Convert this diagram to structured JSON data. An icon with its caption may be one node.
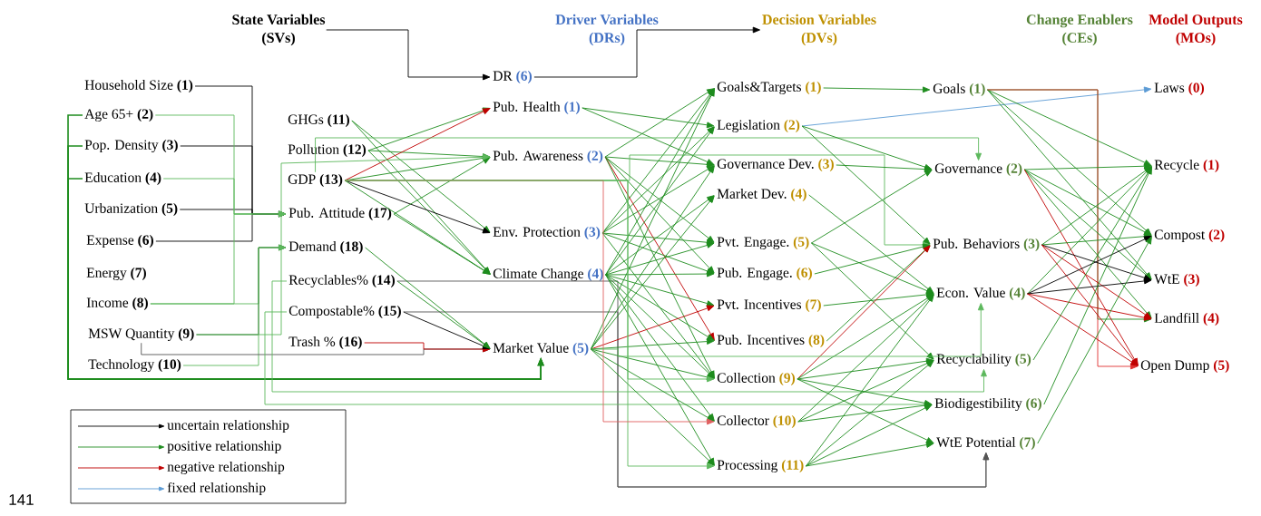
{
  "diagram": {
    "nodes": [
      {
        "text": [
          "State Variables",
          "(SVs)"
        ]
      },
      {
        "text": [
          "Driver Variables",
          "(DRs)"
        ]
      },
      {
        "text": [
          "Decision Variables",
          "(DVs)"
        ]
      },
      {
        "text": [
          "Change Enablers",
          "(CEs)"
        ]
      },
      {
        "text": [
          "Model Outputs",
          "(MOs)"
        ]
      },
      {
        "text": [
          "Household Size",
          "(1)"
        ]
      },
      {
        "text": [
          "Age 65+",
          "(2)"
        ]
      },
      {
        "text": [
          "Pop. Density",
          "(3)"
        ]
      },
      {
        "text": [
          "Education",
          "(4)"
        ]
      },
      {
        "text": [
          "Urbanization",
          "(5)"
        ]
      },
      {
        "text": [
          "Expense",
          "(6)"
        ]
      },
      {
        "text": [
          "Energy",
          "(7)"
        ]
      },
      {
        "text": [
          "Income",
          "(8)"
        ]
      },
      {
        "text": [
          "MSW Quantity",
          "(9)"
        ]
      },
      {
        "text": [
          "Technology",
          "(10)"
        ]
      },
      {
        "text": [
          "GHGs",
          "(11)"
        ]
      },
      {
        "text": [
          "Pollution",
          "(12)"
        ]
      },
      {
        "text": [
          "GDP",
          "(13)"
        ]
      },
      {
        "text": [
          "Pub. Attitude",
          "(17)"
        ]
      },
      {
        "text": [
          "Demand",
          "(18)"
        ]
      },
      {
        "text": [
          "Recyclables%",
          "(14)"
        ]
      },
      {
        "text": [
          "Compostable%",
          "(15)"
        ]
      },
      {
        "text": [
          "Trash %",
          "(16)"
        ]
      },
      {
        "text": [
          "DR",
          "(6)"
        ]
      },
      {
        "text": [
          "Pub. Health",
          "(1)"
        ]
      },
      {
        "text": [
          "Pub. Awareness",
          "(2)"
        ]
      },
      {
        "text": [
          "Env. Protection",
          "(3)"
        ]
      },
      {
        "text": [
          "Climate Change",
          "(4)"
        ]
      },
      {
        "text": [
          "Market Value",
          "(5)"
        ]
      },
      {
        "text": [
          "Goals&Targets",
          "(1)"
        ]
      },
      {
        "text": [
          "Legislation",
          "(2)"
        ]
      },
      {
        "text": [
          "Governance Dev.",
          "(3)"
        ]
      },
      {
        "text": [
          "Market Dev.",
          "(4)"
        ]
      },
      {
        "text": [
          "Pvt. Engage.",
          "(5)"
        ]
      },
      {
        "text": [
          "Pub. Engage.",
          "(6)"
        ]
      },
      {
        "text": [
          "Pvt. Incentives",
          "(7)"
        ]
      },
      {
        "text": [
          "Pub. Incentives",
          "(8)"
        ]
      },
      {
        "text": [
          "Collection",
          "(9)"
        ]
      },
      {
        "text": [
          "Collector",
          "(10)"
        ]
      },
      {
        "text": [
          "Processing",
          "(11)"
        ]
      },
      {
        "text": [
          "Goals",
          "(1)"
        ]
      },
      {
        "text": [
          "Governance",
          "(2)"
        ]
      },
      {
        "text": [
          "Pub. Behaviors",
          "(3)"
        ]
      },
      {
        "text": [
          "Econ. Value",
          "(4)"
        ]
      },
      {
        "text": [
          "Recyclability",
          "(5)"
        ]
      },
      {
        "text": [
          "Biodigestibility",
          "(6)"
        ]
      },
      {
        "text": [
          "WtE Potential",
          "(7)"
        ]
      },
      {
        "text": [
          "Laws",
          "(0)"
        ]
      },
      {
        "text": [
          "Recycle",
          "(1)"
        ]
      },
      {
        "text": [
          "Compost",
          "(2)"
        ]
      },
      {
        "text": [
          "WtE",
          "(3)"
        ]
      },
      {
        "text": [
          "Landfill",
          "(4)"
        ]
      },
      {
        "text": [
          "Open Dump",
          "(5)"
        ]
      }
    ],
    "edges": [
      {
        "from": 0,
        "to": 23,
        "arrow": "to",
        "color": "#000000"
      },
      {
        "from": 23,
        "to": 2,
        "arrow": "to",
        "color": "#000000"
      },
      {
        "from": 5,
        "to": 18,
        "arrow": "to",
        "color": "#000000"
      },
      {
        "from": 7,
        "to": 18,
        "arrow": "to",
        "color": "#000000"
      },
      {
        "from": 9,
        "to": 18,
        "arrow": "to",
        "color": "#000000"
      },
      {
        "from": 10,
        "to": 18,
        "arrow": "to",
        "color": "#000000"
      },
      {
        "from": 6,
        "to": 18,
        "arrow": "to",
        "color": "#5cb85c"
      },
      {
        "from": 8,
        "to": 18,
        "arrow": "to",
        "color": "#5cb85c"
      },
      {
        "from": 12,
        "to": 18,
        "arrow": "to",
        "color": "#5cb85c"
      },
      {
        "from": 12,
        "to": 19,
        "arrow": "to",
        "color": "#5cb85c"
      },
      {
        "from": 13,
        "to": 19,
        "arrow": "to",
        "color": "#1d5e20"
      },
      {
        "from": 14,
        "to": 19,
        "arrow": "to",
        "color": "#5cb85c"
      },
      {
        "from": 6,
        "to": 28,
        "arrow": "to"
      },
      {
        "from": 7,
        "to": 28,
        "arrow": "to"
      },
      {
        "from": 8,
        "to": 28,
        "arrow": "to"
      },
      {
        "from": 13,
        "to": 28,
        "arrow": "to",
        "color": "#555555"
      },
      {
        "from": 22,
        "to": 28,
        "arrow": "to",
        "color": "#c00000"
      },
      {
        "from": 20,
        "to": 28,
        "arrow": "to"
      },
      {
        "from": 21,
        "to": 28,
        "arrow": "to",
        "color": "#000000"
      },
      {
        "from": 20,
        "to": 46,
        "arrow": "to",
        "color": "#555555"
      },
      {
        "from": 21,
        "to": 46,
        "arrow": "to",
        "color": "#555555"
      },
      {
        "from": 20,
        "to": 44,
        "arrow": "to",
        "color": "#5cb85c"
      },
      {
        "from": 21,
        "to": 45,
        "arrow": "to",
        "color": "#5cb85c"
      },
      {
        "from": 15,
        "to": 26,
        "arrow": "to"
      },
      {
        "from": 15,
        "to": 27,
        "arrow": "to"
      },
      {
        "from": 16,
        "to": 24,
        "arrow": "to"
      },
      {
        "from": 16,
        "to": 25,
        "arrow": "to"
      },
      {
        "from": 16,
        "to": 27,
        "arrow": "to"
      },
      {
        "from": 17,
        "to": 24,
        "arrow": "to",
        "color": "#c00000"
      },
      {
        "from": 17,
        "to": 25,
        "arrow": "to"
      },
      {
        "from": 17,
        "to": 26,
        "arrow": "to",
        "color": "#000000"
      },
      {
        "from": 17,
        "to": 27,
        "arrow": "to"
      },
      {
        "from": 18,
        "to": 25,
        "arrow": "to"
      },
      {
        "from": 18,
        "to": 27,
        "arrow": "to"
      },
      {
        "from": 19,
        "to": 28,
        "arrow": "to"
      },
      {
        "from": 24,
        "to": 30,
        "arrow": "to"
      },
      {
        "from": 24,
        "to": 31,
        "arrow": "to"
      },
      {
        "from": 25,
        "to": 29,
        "arrow": "to"
      },
      {
        "from": 25,
        "to": 31,
        "arrow": "to"
      },
      {
        "from": 25,
        "to": 33,
        "arrow": "to"
      },
      {
        "from": 25,
        "to": 34,
        "arrow": "to"
      },
      {
        "from": 25,
        "to": 36,
        "arrow": "to",
        "color": "#c00000"
      },
      {
        "from": 25,
        "to": 37,
        "arrow": "to"
      },
      {
        "from": 26,
        "to": 29,
        "arrow": "to"
      },
      {
        "from": 26,
        "to": 30,
        "arrow": "to"
      },
      {
        "from": 26,
        "to": 31,
        "arrow": "to"
      },
      {
        "from": 26,
        "to": 33,
        "arrow": "to"
      },
      {
        "from": 26,
        "to": 34,
        "arrow": "to"
      },
      {
        "from": 26,
        "to": 37,
        "arrow": "to"
      },
      {
        "from": 27,
        "to": 29,
        "arrow": "to"
      },
      {
        "from": 27,
        "to": 30,
        "arrow": "to"
      },
      {
        "from": 27,
        "to": 32,
        "arrow": "to"
      },
      {
        "from": 27,
        "to": 33,
        "arrow": "to"
      },
      {
        "from": 27,
        "to": 34,
        "arrow": "to"
      },
      {
        "from": 27,
        "to": 35,
        "arrow": "to"
      },
      {
        "from": 27,
        "to": 36,
        "arrow": "to"
      },
      {
        "from": 27,
        "to": 37,
        "arrow": "to"
      },
      {
        "from": 27,
        "to": 38,
        "arrow": "to"
      },
      {
        "from": 27,
        "to": 39,
        "arrow": "to"
      },
      {
        "from": 28,
        "to": 29,
        "arrow": "to"
      },
      {
        "from": 28,
        "to": 31,
        "arrow": "to"
      },
      {
        "from": 28,
        "to": 32,
        "arrow": "to"
      },
      {
        "from": 28,
        "to": 35,
        "arrow": "to",
        "color": "#c00000"
      },
      {
        "from": 28,
        "to": 36,
        "arrow": "to"
      },
      {
        "from": 28,
        "to": 37,
        "arrow": "to"
      },
      {
        "from": 28,
        "to": 38,
        "arrow": "to"
      },
      {
        "from": 28,
        "to": 39,
        "arrow": "to"
      },
      {
        "from": 17,
        "to": 37,
        "arrow": "to",
        "color": "#5cb85c"
      },
      {
        "from": 17,
        "to": 39,
        "arrow": "to",
        "color": "#5cb85c"
      },
      {
        "from": 17,
        "to": 38,
        "arrow": "to",
        "color": "#e06060"
      },
      {
        "from": 17,
        "to": 41,
        "arrow": "to",
        "color": "#5cb85c"
      },
      {
        "from": 13,
        "to": 25,
        "arrow": "to",
        "color": "#5cb85c"
      },
      {
        "from": 17,
        "to": 42,
        "arrow": "to",
        "color": "#5cb85c"
      },
      {
        "from": 29,
        "to": 40,
        "arrow": "to"
      },
      {
        "from": 30,
        "to": 47,
        "arrow": "to",
        "color": "#5b9bd5"
      },
      {
        "from": 30,
        "to": 41,
        "arrow": "to"
      },
      {
        "from": 30,
        "to": 42,
        "arrow": "to"
      },
      {
        "from": 31,
        "to": 41,
        "arrow": "to"
      },
      {
        "from": 32,
        "to": 43,
        "arrow": "to"
      },
      {
        "from": 33,
        "to": 41,
        "arrow": "to"
      },
      {
        "from": 33,
        "to": 43,
        "arrow": "to"
      },
      {
        "from": 33,
        "to": 44,
        "arrow": "to"
      },
      {
        "from": 34,
        "to": 42,
        "arrow": "to"
      },
      {
        "from": 35,
        "to": 43,
        "arrow": "to"
      },
      {
        "from": 36,
        "to": 42,
        "arrow": "to"
      },
      {
        "from": 37,
        "to": 42,
        "arrow": "to",
        "color": "#c00000"
      },
      {
        "from": 37,
        "to": 43,
        "arrow": "to"
      },
      {
        "from": 37,
        "to": 44,
        "arrow": "to"
      },
      {
        "from": 37,
        "to": 45,
        "arrow": "to"
      },
      {
        "from": 37,
        "to": 46,
        "arrow": "to"
      },
      {
        "from": 38,
        "to": 43,
        "arrow": "to"
      },
      {
        "from": 38,
        "to": 44,
        "arrow": "to"
      },
      {
        "from": 38,
        "to": 45,
        "arrow": "to"
      },
      {
        "from": 39,
        "to": 43,
        "arrow": "to"
      },
      {
        "from": 39,
        "to": 44,
        "arrow": "to"
      },
      {
        "from": 39,
        "to": 45,
        "arrow": "to"
      },
      {
        "from": 39,
        "to": 46,
        "arrow": "to"
      },
      {
        "from": 28,
        "to": 43,
        "arrow": "to",
        "color": "#5cb85c"
      },
      {
        "from": 40,
        "to": 48,
        "arrow": "to"
      },
      {
        "from": 40,
        "to": 49,
        "arrow": "to"
      },
      {
        "from": 40,
        "to": 50,
        "arrow": "to"
      },
      {
        "from": 40,
        "to": 51,
        "arrow": "to"
      },
      {
        "from": 40,
        "to": 52,
        "arrow": "to",
        "color": "#e03030"
      },
      {
        "from": 41,
        "to": 48,
        "arrow": "to"
      },
      {
        "from": 41,
        "to": 49,
        "arrow": "to"
      },
      {
        "from": 41,
        "to": 50,
        "arrow": "to"
      },
      {
        "from": 41,
        "to": 51,
        "arrow": "to"
      },
      {
        "from": 41,
        "to": 52,
        "arrow": "to",
        "color": "#c00000"
      },
      {
        "from": 42,
        "to": 48,
        "arrow": "to"
      },
      {
        "from": 42,
        "to": 49,
        "arrow": "to"
      },
      {
        "from": 42,
        "to": 50,
        "arrow": "to",
        "color": "#000000"
      },
      {
        "from": 42,
        "to": 51,
        "arrow": "to",
        "color": "#c00000"
      },
      {
        "from": 42,
        "to": 52,
        "arrow": "to",
        "color": "#c00000"
      },
      {
        "from": 43,
        "to": 48,
        "arrow": "to"
      },
      {
        "from": 43,
        "to": 49,
        "arrow": "to",
        "color": "#000000"
      },
      {
        "from": 43,
        "to": 50,
        "arrow": "to",
        "color": "#000000"
      },
      {
        "from": 43,
        "to": 51,
        "arrow": "to",
        "color": "#c00000"
      },
      {
        "from": 43,
        "to": 52,
        "arrow": "to",
        "color": "#c00000"
      },
      {
        "from": 44,
        "to": 48,
        "arrow": "to"
      },
      {
        "from": 45,
        "to": 48,
        "arrow": "to"
      },
      {
        "from": 46,
        "to": 49,
        "arrow": "to"
      }
    ],
    "labels": [
      "141"
    ],
    "legend": [
      {
        "text": "uncertain relationship"
      },
      {
        "text": "positive relationship"
      },
      {
        "text": "negative relationship"
      },
      {
        "text": "fixed relationship"
      }
    ]
  }
}
